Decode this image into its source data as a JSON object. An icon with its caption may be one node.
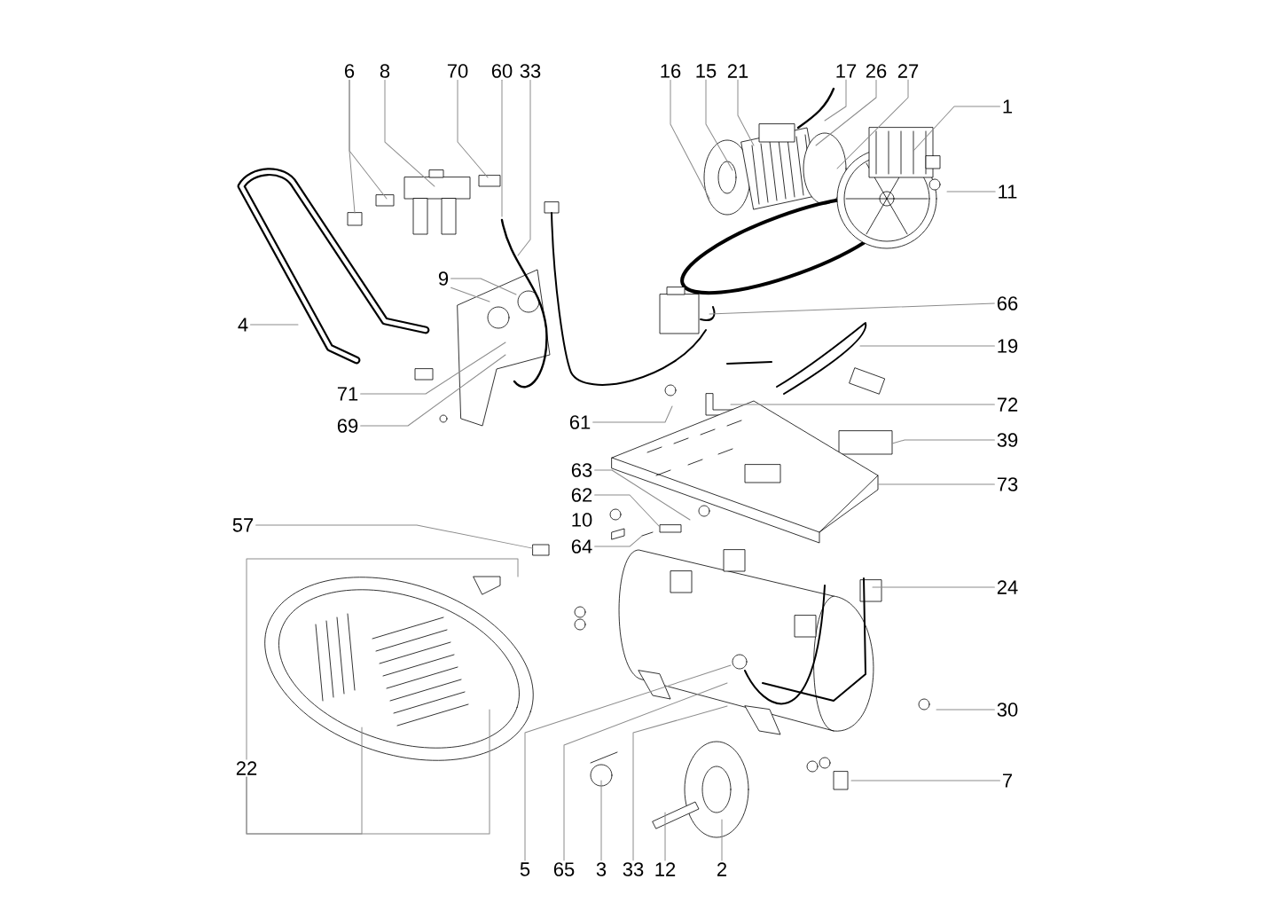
{
  "diagram": {
    "nodes": [
      {
        "text": [
          "6"
        ]
      },
      {
        "text": [
          "8"
        ]
      },
      {
        "text": [
          "70"
        ]
      },
      {
        "text": [
          "60"
        ]
      },
      {
        "text": [
          "33"
        ]
      },
      {
        "text": [
          "16"
        ]
      },
      {
        "text": [
          "15"
        ]
      },
      {
        "text": [
          "21"
        ]
      },
      {
        "text": [
          "17"
        ]
      },
      {
        "text": [
          "26"
        ]
      },
      {
        "text": [
          "27"
        ]
      },
      {
        "text": [
          "1"
        ]
      },
      {
        "text": [
          "11"
        ]
      },
      {
        "text": [
          "66"
        ]
      },
      {
        "text": [
          "19"
        ]
      },
      {
        "text": [
          "72"
        ]
      },
      {
        "text": [
          "39"
        ]
      },
      {
        "text": [
          "73"
        ]
      },
      {
        "text": [
          "24"
        ]
      },
      {
        "text": [
          "30"
        ]
      },
      {
        "text": [
          "7"
        ]
      },
      {
        "text": [
          "4"
        ]
      },
      {
        "text": [
          "9"
        ]
      },
      {
        "text": [
          "71"
        ]
      },
      {
        "text": [
          "69"
        ]
      },
      {
        "text": [
          "61"
        ]
      },
      {
        "text": [
          "63"
        ]
      },
      {
        "text": [
          "62"
        ]
      },
      {
        "text": [
          "64"
        ]
      },
      {
        "text": [
          "57"
        ]
      },
      {
        "text": [
          "22"
        ]
      },
      {
        "text": [
          "5"
        ]
      },
      {
        "text": [
          "65"
        ]
      },
      {
        "text": [
          "3"
        ]
      },
      {
        "text": [
          "33"
        ]
      },
      {
        "text": [
          "12"
        ]
      },
      {
        "text": [
          "2"
        ]
      },
      {
        "text": [],
        "shape": "box"
      }
    ],
    "edges": [
      {
        "from": 0,
        "to": null,
        "arrow": "none"
      },
      {
        "from": 0,
        "to": null,
        "arrow": "none"
      },
      {
        "from": 1,
        "to": null,
        "arrow": "none"
      },
      {
        "from": 2,
        "to": null,
        "arrow": "none"
      },
      {
        "from": 3,
        "to": null,
        "arrow": "none"
      },
      {
        "from": 4,
        "to": null,
        "arrow": "none"
      },
      {
        "from": 5,
        "to": null,
        "arrow": "none"
      },
      {
        "from": 6,
        "to": null,
        "arrow": "none"
      },
      {
        "from": 7,
        "to": null,
        "arrow": "none"
      },
      {
        "from": 8,
        "to": null,
        "arrow": "none"
      },
      {
        "from": 9,
        "to": null,
        "arrow": "none"
      },
      {
        "from": 10,
        "to": null,
        "arrow": "none"
      },
      {
        "from": 11,
        "to": null,
        "arrow": "none"
      },
      {
        "from": 12,
        "to": null,
        "arrow": "none"
      },
      {
        "from": 13,
        "to": null,
        "arrow": "none"
      },
      {
        "from": 14,
        "to": null,
        "arrow": "none"
      },
      {
        "from": 15,
        "to": null,
        "arrow": "none"
      },
      {
        "from": 16,
        "to": null,
        "arrow": "none"
      },
      {
        "from": 17,
        "to": null,
        "arrow": "none"
      },
      {
        "from": 18,
        "to": null,
        "arrow": "none"
      },
      {
        "from": 19,
        "to": null,
        "arrow": "none"
      },
      {
        "from": 20,
        "to": null,
        "arrow": "none"
      },
      {
        "from": 21,
        "to": null,
        "arrow": "none"
      },
      {
        "from": 22,
        "to": null,
        "arrow": "none"
      },
      {
        "from": 22,
        "to": null,
        "arrow": "none"
      },
      {
        "from": 23,
        "to": null,
        "arrow": "none"
      },
      {
        "from": 24,
        "to": null,
        "arrow": "none"
      },
      {
        "from": 25,
        "to": null,
        "arrow": "none"
      },
      {
        "from": 26,
        "to": null,
        "arrow": "none"
      },
      {
        "from": 27,
        "to": null,
        "arrow": "none"
      },
      {
        "from": 28,
        "to": null,
        "arrow": "none"
      },
      {
        "from": 29,
        "to": 37,
        "arrow": "none"
      },
      {
        "from": 30,
        "to": null,
        "arrow": "none"
      },
      {
        "from": 30,
        "to": null,
        "arrow": "none"
      },
      {
        "from": 30,
        "to": null,
        "arrow": "none"
      },
      {
        "from": 31,
        "to": null,
        "arrow": "none"
      },
      {
        "from": 32,
        "to": null,
        "arrow": "none"
      },
      {
        "from": 33,
        "to": null,
        "arrow": "none"
      },
      {
        "from": 34,
        "to": null,
        "arrow": "none"
      },
      {
        "from": 35,
        "to": null,
        "arrow": "none"
      },
      {
        "from": 36,
        "to": null,
        "arrow": "none"
      }
    ],
    "labels": [
      "10"
    ]
  }
}
